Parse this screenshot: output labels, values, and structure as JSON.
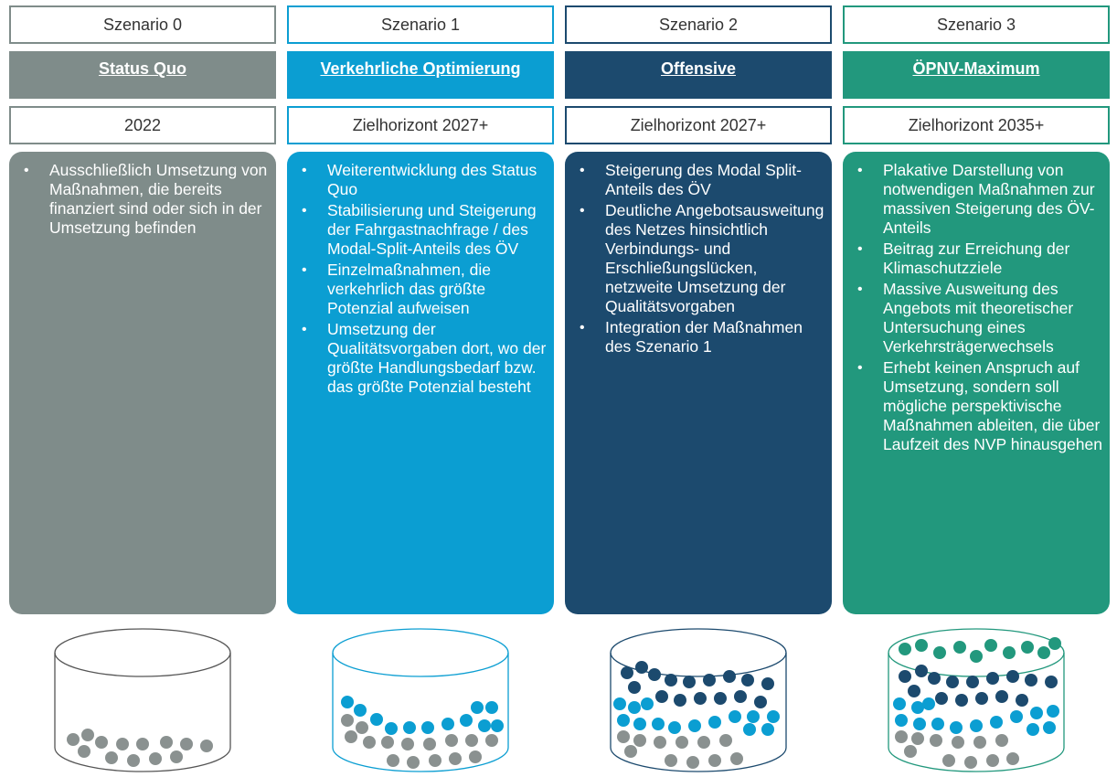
{
  "scenarios": [
    {
      "name": "Szenario 0",
      "title": "Status Quo",
      "horizon": "2022",
      "color": "#7f8c8a",
      "bullets": [
        "Ausschließlich Umsetzung von Maßnahmen, die bereits finanziert sind oder sich in der Umsetzung befinden"
      ]
    },
    {
      "name": "Szenario 1",
      "title": "Verkehrliche Optimierung",
      "horizon": "Zielhorizont 2027+",
      "color": "#0b9ed2",
      "bullets": [
        "Weiterentwicklung des Status Quo",
        "Stabilisierung und Steigerung der Fahrgastnachfrage / des Modal-Split-Anteils des ÖV",
        "Einzelmaßnahmen, die verkehrlich das größte Potenzial aufweisen",
        "Umsetzung der Qualitätsvorgaben dort, wo der größte Handlungsbedarf bzw. das größte Potenzial besteht"
      ]
    },
    {
      "name": "Szenario 2",
      "title": "Offensive",
      "horizon": "Zielhorizont 2027+",
      "color": "#1c4a6e",
      "bullets": [
        "Steigerung des Modal Split-Anteils des ÖV",
        "Deutliche Angebotsausweitung des Netzes hinsichtlich Verbindungs- und Erschließungslücken, netzweite Umsetzung der Qualitätsvorgaben",
        "Integration der Maßnahmen des Szenario 1"
      ]
    },
    {
      "name": "Szenario 3",
      "title": "ÖPNV-Maximum",
      "horizon": "Zielhorizont 2035+",
      "color": "#22987d",
      "bullets": [
        "Plakative Darstellung von notwendigen Maßnahmen zur massiven Steigerung des ÖV-Anteils",
        "Beitrag zur Erreichung der Klimaschutzziele",
        "Massive Ausweitung des Angebots mit theoretischer Untersuchung eines Verkehrsträgerwechsels",
        "Erhebt keinen Anspruch auf Umsetzung, sondern soll mögliche perspektivische Maßnahmen ableiten, die über Laufzeit des NVP hinausgehen"
      ]
    }
  ],
  "dot_colors": {
    "grey": "#8a9190",
    "light_blue": "#0b9ed2",
    "dark_blue": "#1c4a6e",
    "teal": "#22987d"
  }
}
